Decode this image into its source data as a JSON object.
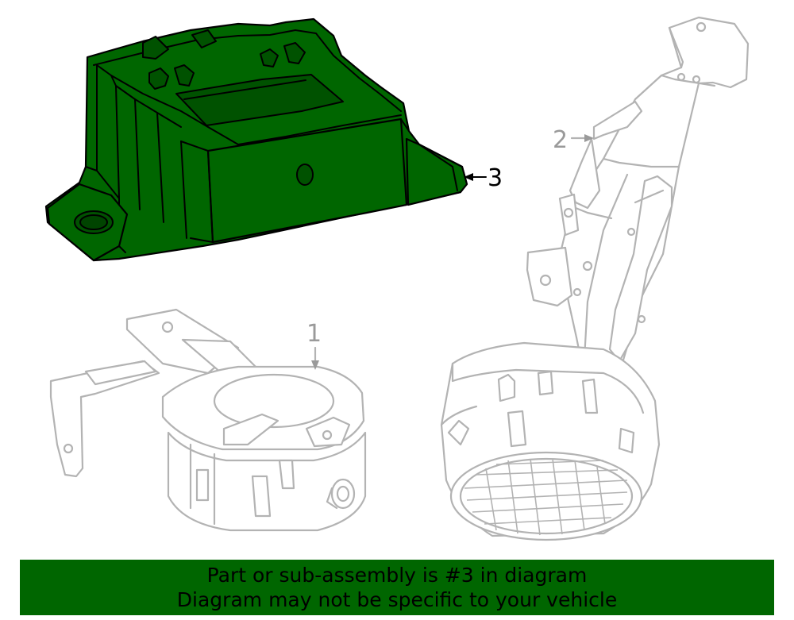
{
  "callouts": {
    "part1": "1",
    "part2": "2",
    "part3": "3"
  },
  "banner": {
    "line1": "Part or sub-assembly is #3 in diagram",
    "line2": "Diagram may not be specific to your vehicle"
  },
  "colors": {
    "highlight": "#006600",
    "ghost_stroke": "#b3b3b3",
    "callout_grey": "#9a9a9a"
  }
}
